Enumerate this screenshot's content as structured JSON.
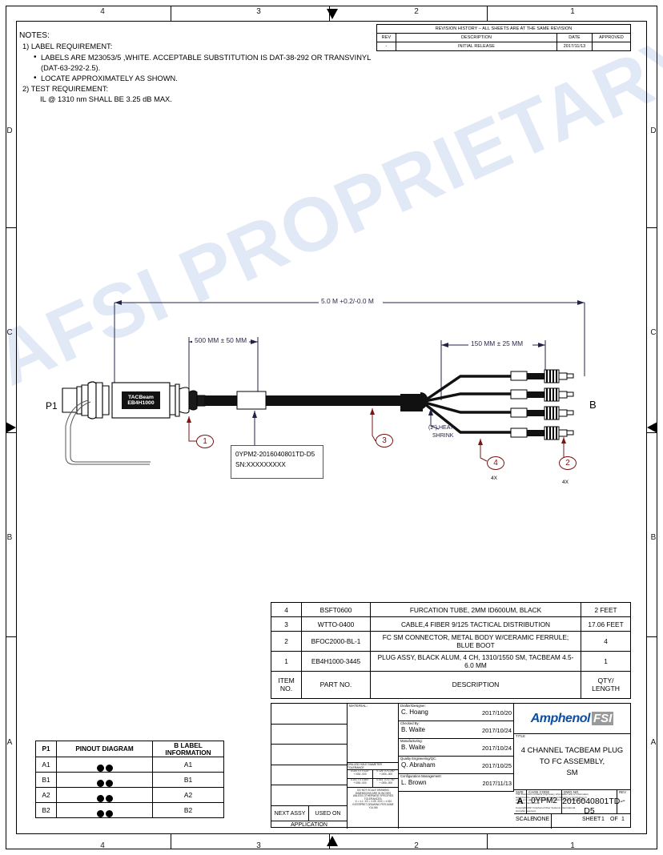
{
  "sheet": {
    "zones_top": [
      "4",
      "3",
      "2",
      "1"
    ],
    "zones_bottom": [
      "4",
      "3",
      "2",
      "1"
    ],
    "zones_left": [
      "D",
      "C",
      "B",
      "A"
    ],
    "zones_right": [
      "D",
      "C",
      "B",
      "A"
    ],
    "watermark": "AFSI PROPRIETARY"
  },
  "notes": {
    "heading": "NOTES:",
    "item1": "1) LABEL REQUIREMENT:",
    "item1_b1": "LABELS ARE M23053/5 ,WHITE. ACCEPTABLE SUBSTITUTION IS DAT-38-292 OR TRANSVINYL (DAT-63-292-2.5).",
    "item1_b2": "LOCATE APPROXIMATELY AS SHOWN.",
    "item2": "2) TEST REQUIREMENT:",
    "item2_b1": "IL @ 1310 nm SHALL BE 3.25 dB MAX."
  },
  "revision": {
    "banner": "REVISION HISTORY – ALL SHEETS ARE AT THE SAME REVISION",
    "headers": [
      "REV",
      "DESCRIPTION",
      "DATE",
      "APPROVED"
    ],
    "rows": [
      {
        "rev": "-",
        "description": "INITIAL RELEASE",
        "date": "2017/11/13",
        "approved": ""
      }
    ]
  },
  "drawing": {
    "dim_overall": "5.0 M +0.2/-0.0 M",
    "dim_left": "500 MM ± 50 MM",
    "dim_right": "150 MM ± 25 MM",
    "heat_shrink_line1": "(2\") HEAT",
    "heat_shrink_line2": "SHRINK",
    "connector_label_p1": "P1",
    "connector_label_b": "B",
    "plug_mark_line1": "TACBeam",
    "plug_mark_line2": "EB4H1000",
    "label_text_line1": "0YPM2-2016040801TD-D5",
    "label_text_line2": "SN:XXXXXXXXX",
    "balloons": [
      {
        "id": "1",
        "qty": ""
      },
      {
        "id": "2",
        "qty": "4X"
      },
      {
        "id": "3",
        "qty": ""
      },
      {
        "id": "4",
        "qty": "4X"
      }
    ]
  },
  "bom": {
    "headers": {
      "item": "ITEM NO.",
      "item_l1": "ITEM",
      "item_l2": "NO.",
      "part": "PART NO.",
      "desc": "DESCRIPTION",
      "qty_l1": "QTY/",
      "qty_l2": "LENGTH"
    },
    "rows": [
      {
        "item": "4",
        "part": "BSFT0600",
        "desc": "FURCATION TUBE, 2MM ID600UM, BLACK",
        "qty": "2 FEET"
      },
      {
        "item": "3",
        "part": "WTTO-0400",
        "desc": "CABLE,4 FIBER 9/125 TACTICAL DISTRIBUTION",
        "qty": "17.06 FEET"
      },
      {
        "item": "2",
        "part": "BFOC2000-BL-1",
        "desc": "FC SM CONNECTOR, METAL BODY W/CERAMIC FERRULE; BLUE BOOT",
        "qty": "4"
      },
      {
        "item": "1",
        "part": "EB4H1000-3445",
        "desc": "PLUG ASSY, BLACK ALUM, 4 CH, 1310/1550 SM, TACBEAM 4.5-6.0 MM",
        "qty": "1"
      }
    ]
  },
  "pinout": {
    "headers": [
      "P1",
      "PINOUT DIAGRAM",
      "B LABEL INFORMATION"
    ],
    "rows": [
      {
        "p1": "A1",
        "b": "A1"
      },
      {
        "p1": "B1",
        "b": "B1"
      },
      {
        "p1": "A2",
        "b": "A2"
      },
      {
        "p1": "B2",
        "b": "B2"
      }
    ]
  },
  "titleblock": {
    "material_label": "MATERIAL:",
    "tolerance_header": "DRILLED HOLE DIAMETER TOLERANCE",
    "tolerance_cells": [
      "0.020 TO 0.125\" +.005/-.000",
      "0.126 TO 0.250\" +.005/-.000",
      "0.251 TO 0.500\" +.005/-.000",
      "0.501 TO 0.750\" +.005/-.000"
    ],
    "tol_note1": "DO NOT SCALE DRAWING",
    "tol_note2": "DIMENSIONS ARE IN INCHES",
    "tol_note3": "UNLESS OTHERWISE SPECIFIED",
    "tol_note4": "TOLERANCES:",
    "tol_note5": ".X = ±.1   .XX = ±.05   .XXX = ±.010",
    "tol_note6": "INTERPRET DRAWING PER ASME Y14.5M",
    "next_assy": "NEXT ASSY",
    "used_on": "USED ON",
    "application": "APPLICATION",
    "approvals": [
      {
        "role": "Drafter/Designer:",
        "name": "C. Hoang",
        "date": "2017/10/20"
      },
      {
        "role": "Checked By:",
        "name": "B. Waite",
        "date": "2017/10/24"
      },
      {
        "role": "Manufacturing:",
        "name": "B. Waite",
        "date": "2017/10/24"
      },
      {
        "role": "Quality Engineering/QC:",
        "name": "Q. Abraham",
        "date": "2017/10/25"
      },
      {
        "role": "Configuration Management:",
        "name": "L. Brown",
        "date": "2017/11/13"
      }
    ],
    "legal_line1": "This Document contains proprietary information and or information",
    "legal_line2": "legal that the nondisclosure, release, publication or duplication in",
    "legal_line3": "whole or in part without written permission from Amphenol Fiber",
    "legal_line4": "Systems International.",
    "legal_line5": "Copyright 2017 Amphenol Fiber Systems International.",
    "legal_line6": "All rights reserved.",
    "logo_brand": "Amphenol",
    "logo_sub": "FSI",
    "title_label": "TITLE",
    "title_line1": "4 CHANNEL TACBEAM PLUG TO FC ASSEMBLY,",
    "title_line2": "SM",
    "size_label": "SIZE",
    "size_value": "A",
    "cage_label": "CAGE CODE",
    "cage_value": "0YPM2",
    "dwg_label": "DWG NO",
    "dwg_value": "2016040801TD-D5",
    "rev_label": "REV",
    "rev_value": "-",
    "scale_label": "SCALE",
    "scale_value": "NONE",
    "sheet_label": "SHEET",
    "sheet_num": "1",
    "sheet_of": "OF",
    "sheet_total": "1"
  }
}
